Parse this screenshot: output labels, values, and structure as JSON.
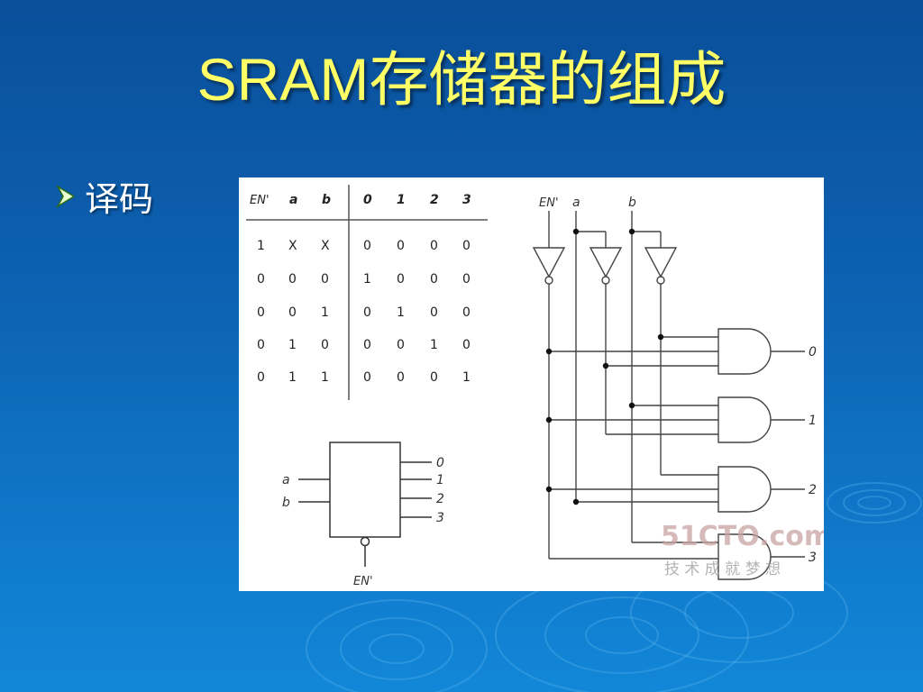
{
  "slide": {
    "title": "SRAM存储器的组成",
    "bullet": "译码",
    "colors": {
      "title": "#ffff66",
      "background": "#0d63b4",
      "bullet": "#ffffff"
    }
  },
  "truth_table": {
    "headers": [
      "EN'",
      "a",
      "b",
      "0",
      "1",
      "2",
      "3"
    ],
    "rows": [
      [
        "1",
        "X",
        "X",
        "0",
        "0",
        "0",
        "0"
      ],
      [
        "0",
        "0",
        "0",
        "1",
        "0",
        "0",
        "0"
      ],
      [
        "0",
        "0",
        "1",
        "0",
        "1",
        "0",
        "0"
      ],
      [
        "0",
        "1",
        "0",
        "0",
        "0",
        "1",
        "0"
      ],
      [
        "0",
        "1",
        "1",
        "0",
        "0",
        "0",
        "1"
      ]
    ]
  },
  "block": {
    "inputs": [
      "a",
      "b"
    ],
    "outputs": [
      "0",
      "1",
      "2",
      "3"
    ],
    "enable": "EN'"
  },
  "circuit": {
    "inputs": [
      "EN'",
      "a",
      "b"
    ],
    "outputs": [
      "0",
      "1",
      "2",
      "3"
    ]
  },
  "watermark": {
    "brand": "51CTO.com",
    "tagline": "技 术 成 就 梦 想"
  }
}
